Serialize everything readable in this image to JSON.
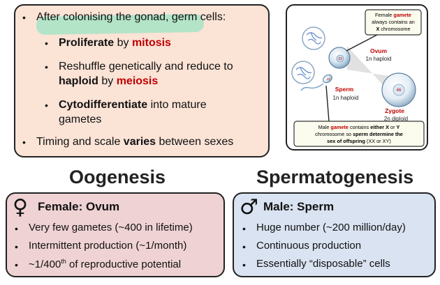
{
  "top_panel": {
    "intro": {
      "text": "After colonising the gonad, germ cells:"
    },
    "items": [
      {
        "bold": "Proliferate",
        "mid": " by ",
        "red": "mitosis"
      },
      {
        "line1": "Reshuffle genetically and reduce to",
        "bold": "haploid",
        "mid": " by ",
        "red": "meiosis"
      },
      {
        "bold": "Cytodifferentiate",
        "rest1": " into mature",
        "line2": "gametes"
      }
    ],
    "last": {
      "pre": "Timing and scale ",
      "bold": "varies",
      "post": " between sexes"
    }
  },
  "diagram": {
    "female_callout": {
      "line1_pre": "Female ",
      "line1_red": "gamete",
      "line2": "always contains an",
      "line3_bold": "X",
      "line3_post": " chromosome"
    },
    "ovum": {
      "label": "Ovum",
      "sub": "1n haploid",
      "number": "23"
    },
    "sperm": {
      "label": "Sperm",
      "sub": "1n haploid",
      "number": "23"
    },
    "zygote": {
      "label": "Zygote",
      "sub": "2n diploid",
      "number": "46"
    },
    "male_callout": {
      "line1_pre": "Male ",
      "line1_red": "gamete",
      "line1_mid": " contains ",
      "line1_bold": "either X",
      "line1_or": " or ",
      "line1_y": "Y",
      "line2_pre": "chromosome so ",
      "line2_bold": "sperm determine the",
      "line3_bold": "sex of offspring",
      "line3_post": " (XX or XY)"
    },
    "colors": {
      "red": "#c00000",
      "cell_edge": "#5e7fa3",
      "cell_fill": "#cfe0ee"
    }
  },
  "headings": {
    "oogenesis": "Oogenesis",
    "spermatogenesis": "Spermatogenesis"
  },
  "oogenesis_box": {
    "symbol": "♀",
    "title": "Female: Ovum",
    "items": [
      "Very few gametes (~400 in lifetime)",
      "Intermittent production (~1/month)"
    ],
    "last_pre": "~1/400",
    "last_sup": "th",
    "last_post": " of reproductive potential"
  },
  "spermatogenesis_box": {
    "symbol": "♂",
    "title": "Male: Sperm",
    "items": [
      "Huge number (~200 million/day)",
      "Continuous production",
      "Essentially “disposable” cells"
    ]
  },
  "bullet_char": "•"
}
